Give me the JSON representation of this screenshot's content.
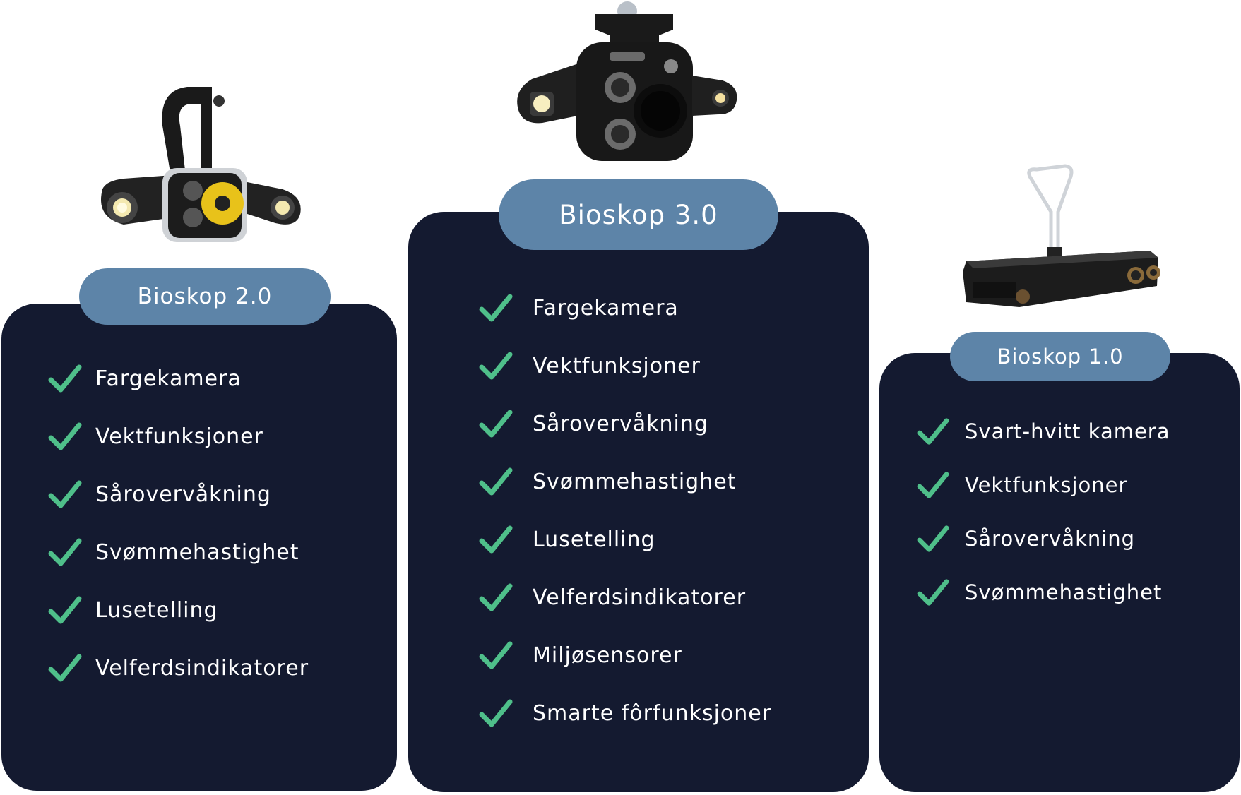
{
  "colors": {
    "card_bg": "#141a30",
    "pill_bg": "#5d84a8",
    "check": "#4fbf8a",
    "text": "#ffffff"
  },
  "products": [
    {
      "name": "Bioskop 2.0",
      "image_icon": "bioskop-2-device-icon",
      "features": [
        "Fargekamera",
        "Vektfunksjoner",
        "Sårovervåkning",
        "Svømmehastighet",
        "Lusetelling",
        "Velferdsindikatorer"
      ]
    },
    {
      "name": "Bioskop 3.0",
      "image_icon": "bioskop-3-device-icon",
      "features": [
        "Fargekamera",
        "Vektfunksjoner",
        "Sårovervåkning",
        "Svømmehastighet",
        "Lusetelling",
        "Velferdsindikatorer",
        "Miljøsensorer",
        "Smarte fôrfunksjoner"
      ]
    },
    {
      "name": "Bioskop 1.0",
      "image_icon": "bioskop-1-device-icon",
      "features": [
        "Svart-hvitt kamera",
        "Vektfunksjoner",
        "Sårovervåkning",
        "Svømmehastighet"
      ]
    }
  ]
}
